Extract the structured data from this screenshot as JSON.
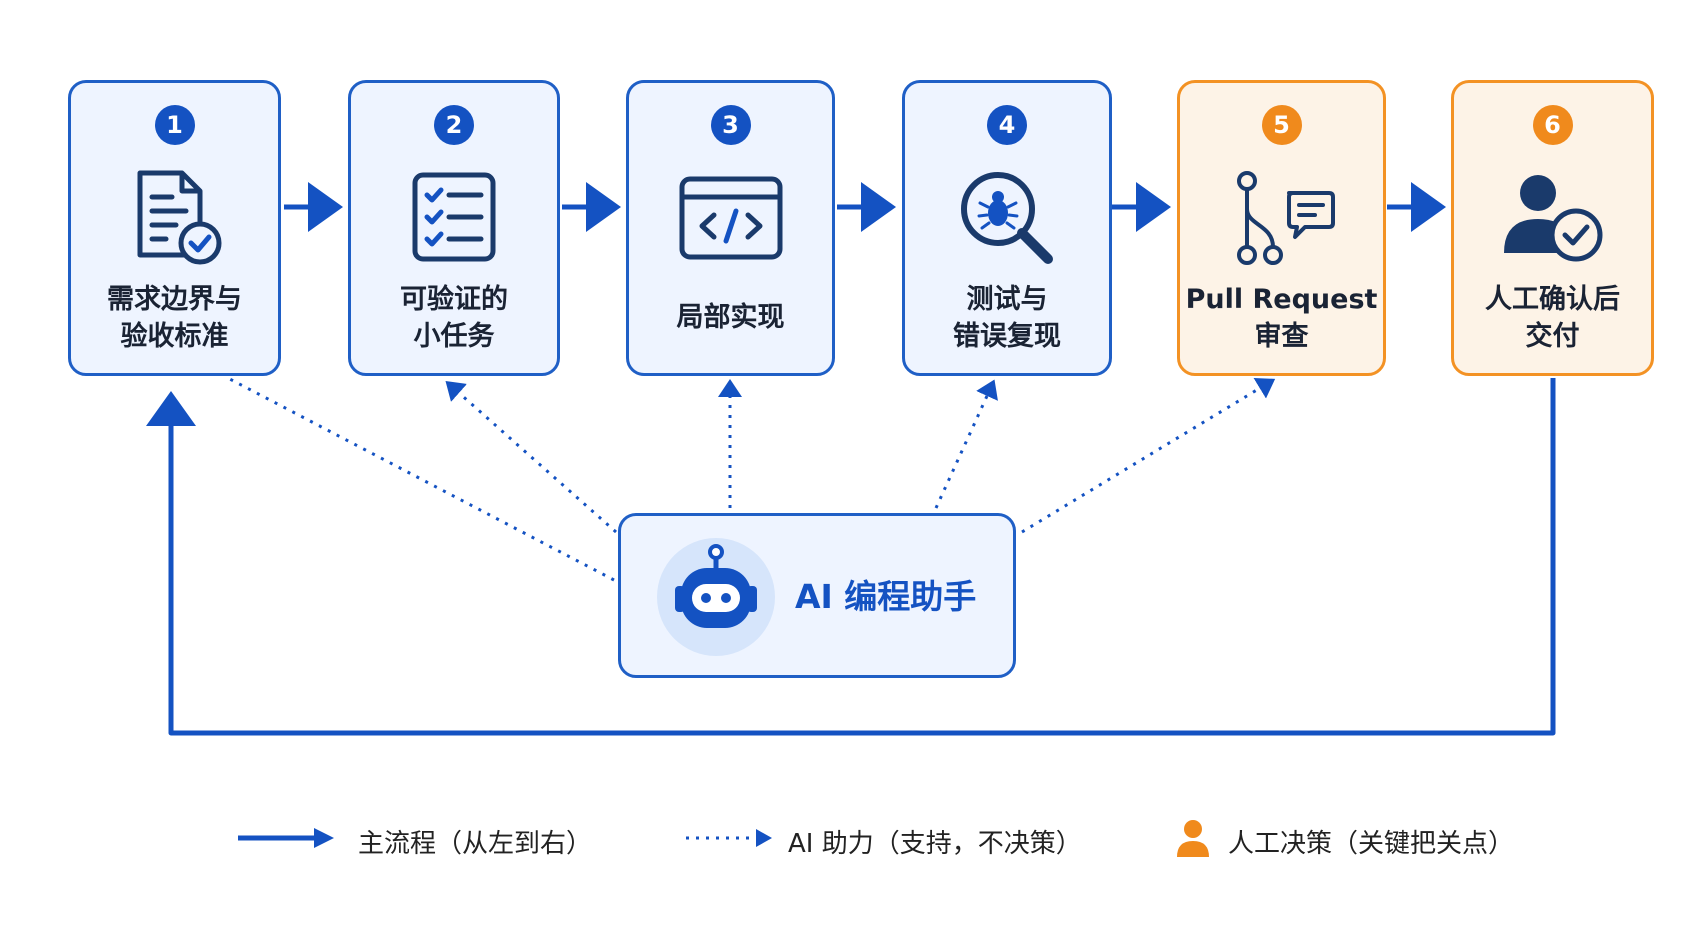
{
  "steps": [
    {
      "number": "1",
      "line1": "需求边界与",
      "line2": "验收标准",
      "icon": "document-check-icon",
      "kind": "blue"
    },
    {
      "number": "2",
      "line1": "可验证的",
      "line2": "小任务",
      "icon": "checklist-icon",
      "kind": "blue"
    },
    {
      "number": "3",
      "line1": "局部实现",
      "line2": "",
      "icon": "code-window-icon",
      "kind": "blue"
    },
    {
      "number": "4",
      "line1": "测试与",
      "line2": "错误复现",
      "icon": "bug-search-icon",
      "kind": "blue"
    },
    {
      "number": "5",
      "line1": "Pull Request",
      "line2": "审查",
      "icon": "git-branch-comment-icon",
      "kind": "orange"
    },
    {
      "number": "6",
      "line1": "人工确认后",
      "line2": "交付",
      "icon": "person-check-icon",
      "kind": "orange"
    }
  ],
  "assistant": {
    "label": "AI 编程助手",
    "icon": "robot-icon"
  },
  "legend": {
    "main_flow": "主流程（从左到右）",
    "ai_support": "AI 助力（支持，不决策）",
    "human_decision": "人工决策（关键把关点）"
  },
  "colors": {
    "primary_blue": "#1452c2",
    "human_orange": "#f08a1c",
    "box_fill_blue": "#eef4ff",
    "box_fill_orange": "#fdf3e7"
  }
}
